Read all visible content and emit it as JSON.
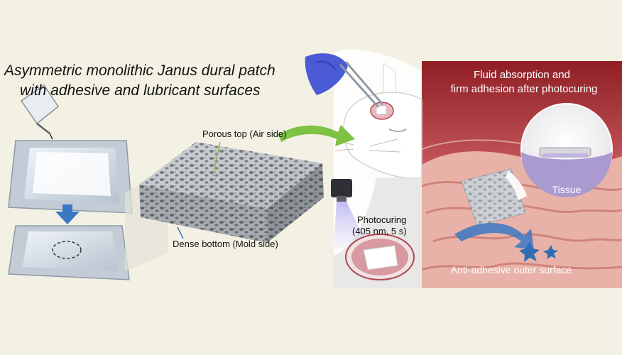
{
  "title": {
    "line1": "Asymmetric monolithic Janus dural patch",
    "line2": "with adhesive and lubricant surfaces"
  },
  "labels": {
    "porous_top": "Porous top (Air side)",
    "dense_bottom": "Dense bottom (Mold side)",
    "photocuring_line1": "Photocuring",
    "photocuring_line2": "(405 nm, 5 s)"
  },
  "panel": {
    "heading_line1": "Fluid absorption and",
    "heading_line2": "firm adhesion after photocuring",
    "tissue_label": "Tissue",
    "outer_surface_label": "Anti-adhesive outer surface"
  },
  "colors": {
    "background": "#f3f1e3",
    "panel_red": "#b03a3a",
    "arrow_green": "#7dc242",
    "arrow_blue": "#3b78c4",
    "tissue_purple": "#a99ad0",
    "glove_blue": "#4b5bd6"
  }
}
